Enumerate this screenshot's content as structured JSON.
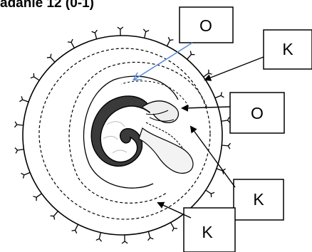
{
  "title": "adanie 12 (0-1)",
  "labels": {
    "label_1": "O",
    "label_2": "K",
    "label_3": "O",
    "label_4": "K",
    "label_5": "K"
  },
  "colors": {
    "pointer_arrow_blue": "#5b8ed6",
    "ink": "#000000"
  }
}
